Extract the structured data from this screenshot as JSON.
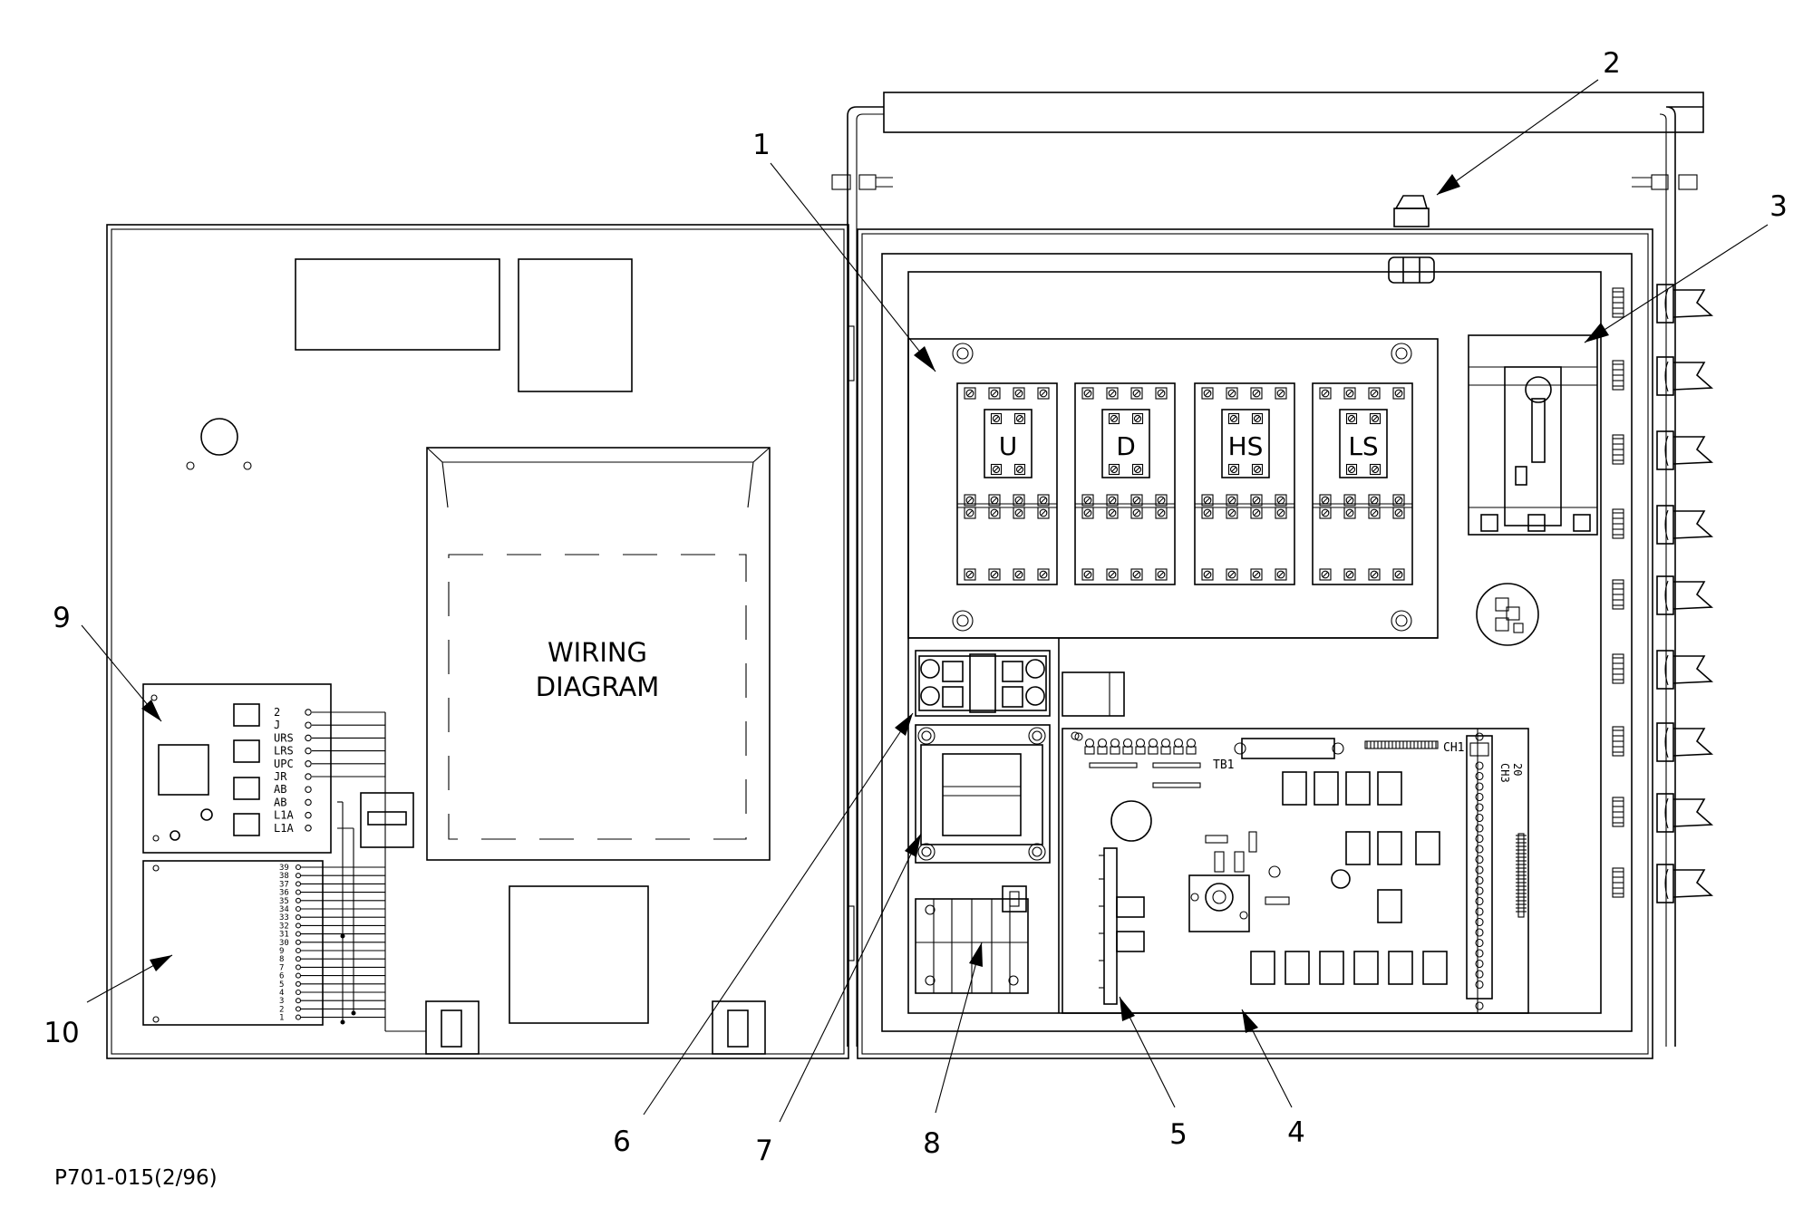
{
  "drawing": {
    "id": "P701-015(2/96)",
    "wiring_diagram_label": [
      "WIRING",
      "DIAGRAM"
    ],
    "callouts": [
      "1",
      "2",
      "3",
      "4",
      "5",
      "6",
      "7",
      "8",
      "9",
      "10"
    ],
    "contactors": [
      "U",
      "D",
      "HS",
      "LS"
    ],
    "board_labels": {
      "tb1": "TB1",
      "ch1": "CH1",
      "ch3": "CH3",
      "ch3_sub": "20"
    },
    "terminal_9_labels": [
      "2",
      "J",
      "URS",
      "LRS",
      "UPC",
      "JR",
      "AB",
      "AB",
      "L1A",
      "L1A"
    ],
    "terminal_10_labels": [
      "39",
      "38",
      "37",
      "36",
      "35",
      "34",
      "33",
      "32",
      "31",
      "30",
      "9",
      "8",
      "7",
      "6",
      "5",
      "4",
      "3",
      "2",
      "1"
    ]
  }
}
